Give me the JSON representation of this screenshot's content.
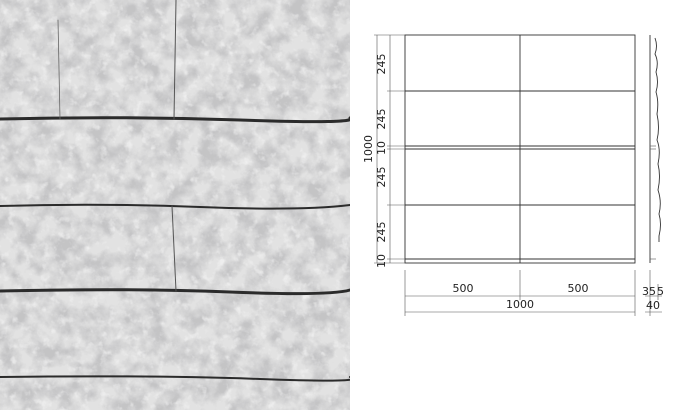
{
  "photo": {
    "tone": "#8c8c8c",
    "alt_tone": "#d8d8d8",
    "seam_color": "#2a2a2a"
  },
  "drawing": {
    "vertical_dims": {
      "total": "1000",
      "row1": "245",
      "row2": "245",
      "gap1": "10",
      "row3": "245",
      "row4": "245",
      "gap2": "10"
    },
    "horizontal_dims": {
      "half_left": "500",
      "half_right": "500",
      "total": "1000"
    },
    "profile_dims": {
      "thin": "35",
      "mid": "5",
      "thick": "40"
    }
  }
}
